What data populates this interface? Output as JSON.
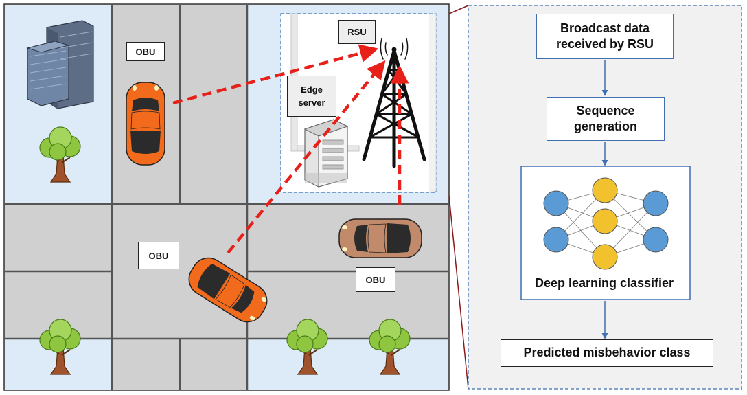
{
  "labels": {
    "obu_top": "OBU",
    "obu_middle": "OBU",
    "obu_right": "OBU",
    "rsu": "RSU",
    "edge_server": "Edge server"
  },
  "pipeline": {
    "step1": "Broadcast data received by RSU",
    "step2": "Sequence generation",
    "step3": "Deep learning classifier",
    "step4": "Predicted misbehavior class"
  },
  "colors": {
    "block": "#dcebf7",
    "road": "#d0d0d0",
    "link": "#e8201a",
    "flow": "#3f6fb0",
    "car_orange": "#f26b1d",
    "car_brown": "#c08a6b",
    "node_blue": "#5b9bd5",
    "node_yellow": "#f2c12e"
  },
  "icons": [
    "building-icon",
    "tree-icon",
    "car-icon",
    "server-icon",
    "rsu-tower-icon",
    "neural-network-icon"
  ]
}
